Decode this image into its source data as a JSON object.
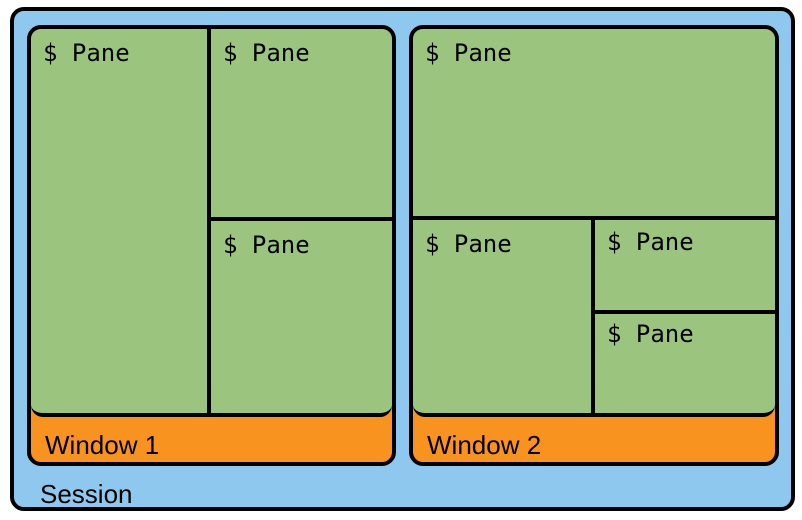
{
  "session": {
    "label": "Session",
    "windows": [
      {
        "label": "Window 1",
        "panes": [
          {
            "prompt": "$ Pane"
          },
          {
            "prompt": "$ Pane"
          },
          {
            "prompt": "$ Pane"
          }
        ]
      },
      {
        "label": "Window 2",
        "panes": [
          {
            "prompt": "$ Pane"
          },
          {
            "prompt": "$ Pane"
          },
          {
            "prompt": "$ Pane"
          },
          {
            "prompt": "$ Pane"
          }
        ]
      }
    ]
  },
  "colors": {
    "session_fill": "#8ec8ee",
    "window_bar_fill": "#f7931e",
    "pane_fill": "#9bc57e",
    "border": "#000000"
  }
}
